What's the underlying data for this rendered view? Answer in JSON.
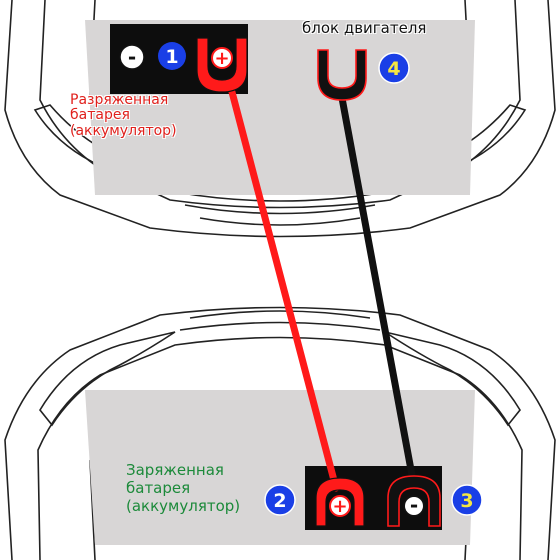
{
  "labels": {
    "dead_battery": [
      "Разряженная",
      "батарея",
      "(аккумулятор)"
    ],
    "good_battery": [
      "Заряженная",
      "батарея",
      "(аккумулятор)"
    ],
    "engine_block": "блок двигателя"
  },
  "steps": {
    "step1": "1",
    "step2": "2",
    "step3": "3",
    "step4": "4"
  },
  "terminals": {
    "plus": "+",
    "minus": "-"
  },
  "colors": {
    "positive_cable": "#ff1a1a",
    "negative_cable": "#111111",
    "step_badge": "#1a3fe6",
    "step4_number": "#f5e642",
    "engine_area": "#d8d6d6",
    "dead_label": "#e0201c",
    "good_label": "#1c8a3a"
  }
}
